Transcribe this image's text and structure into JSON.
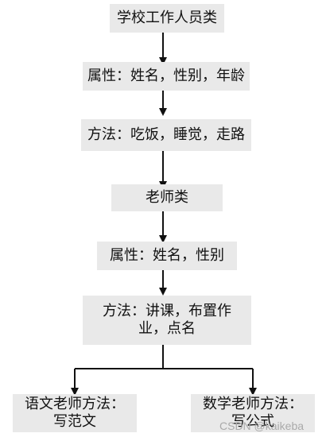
{
  "diagram": {
    "node_1": "学校工作人员类",
    "node_2": "属性：姓名，性别，年龄",
    "node_3": "方法：吃饭，睡觉，走路",
    "node_4": "老师类",
    "node_5": "属性：姓名，性别",
    "node_6": "方法：讲课，布置作业，点名",
    "node_7": "语文老师方法：写范文",
    "node_8": "数学老师方法：写公式"
  },
  "watermark": {
    "text": "CSDN @kaikeba"
  },
  "colors": {
    "node_fill": "#e9e9e9",
    "line": "#111111",
    "watermark": "#aaaaaa"
  }
}
